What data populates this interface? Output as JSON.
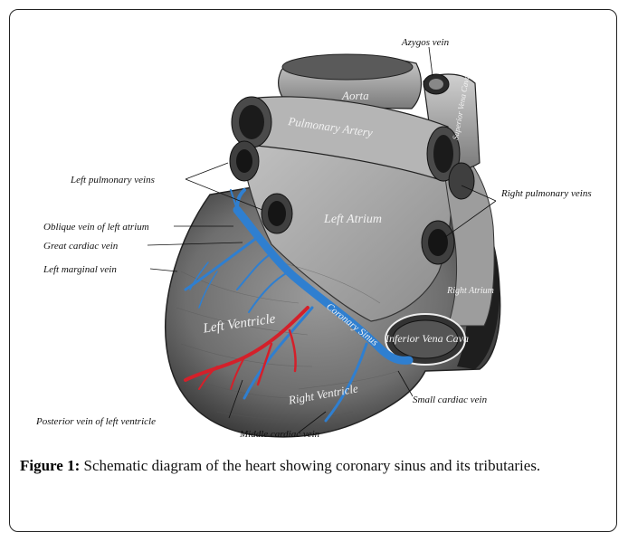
{
  "figure": {
    "labels": {
      "azygos_vein": "Azygos vein",
      "aorta": "Aorta",
      "pulmonary_artery": "Pulmonary Artery",
      "superior_vena_cava": "Superior Vena Cava",
      "left_pulmonary_veins": "Left pulmonary veins",
      "right_pulmonary_veins": "Right pulmonary veins",
      "oblique_vein": "Oblique vein of left atrium",
      "great_cardiac_vein": "Great cardiac vein",
      "left_marginal_vein": "Left marginal vein",
      "left_atrium": "Left Atrium",
      "right_atrium": "Right Atrium",
      "left_ventricle": "Left Ventricle",
      "coronary_sinus": "Coronary Sinus",
      "inferior_vena_cava": "Inferior Vena Cava",
      "right_ventricle": "Right Ventricle",
      "small_cardiac_vein": "Small cardiac vein",
      "posterior_vein": "Posterior vein of left ventricle",
      "middle_cardiac_vein": "Middle cardiac vein"
    }
  },
  "caption": {
    "label": "Figure 1:",
    "text": " Schematic diagram of the heart showing coronary sinus and its tributaries."
  },
  "colors": {
    "vein_blue": "#2f7fd0",
    "artery_red": "#d4202a",
    "heart_dark": "#3c3c3c",
    "heart_mid": "#8a8a8a",
    "heart_light": "#b9b9b9"
  }
}
